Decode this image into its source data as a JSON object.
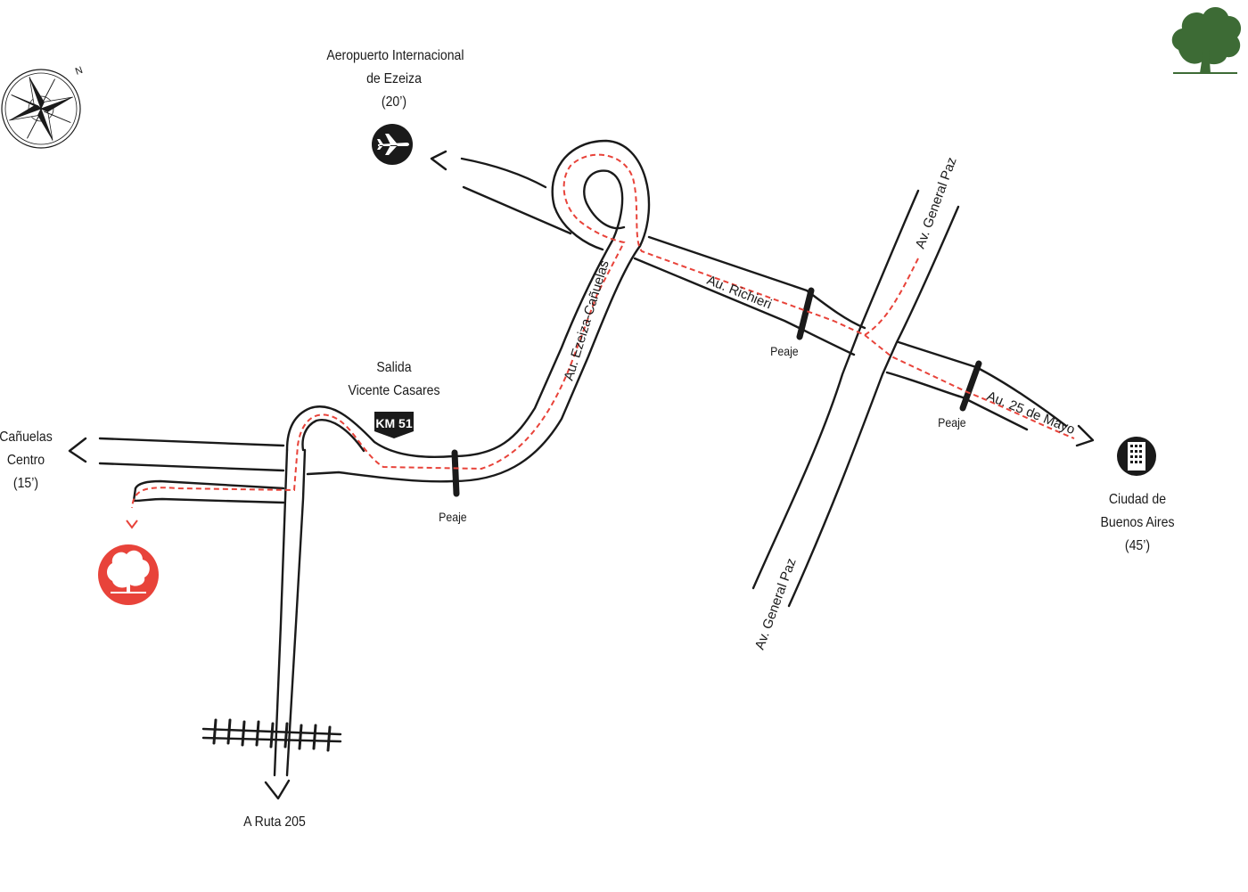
{
  "map": {
    "destinations": {
      "airport": [
        "Aeropuerto Internacional",
        "de Ezeiza",
        "(20’)"
      ],
      "canuelas": [
        "Cañuelas",
        "Centro",
        "(15’)"
      ],
      "buenos_aires": [
        "Ciudad de",
        "Buenos Aires",
        "(45’)"
      ],
      "ruta_205": "A Ruta 205",
      "salida": [
        "Salida",
        "Vicente Casares"
      ]
    },
    "roads": {
      "ezeiza_canuelas": "Au. Ezeiza-Cañuelas",
      "richieri": "Au. Richieri",
      "general_paz_north": "Av. General Paz",
      "general_paz_south": "Av. General Paz",
      "veinticinco_mayo": "Au. 25 de Mayo"
    },
    "tolls": [
      "Peaje",
      "Peaje",
      "Peaje"
    ],
    "exit_marker": "KM 51",
    "compass_north": "N",
    "icons": [
      "compass-rose-icon",
      "airplane-icon",
      "building-icon",
      "tree-logo-icon",
      "tree-destination-icon"
    ],
    "colors": {
      "route": "#e8433a",
      "destination_marker": "#e8433a",
      "road_outline": "#1a1a1a",
      "logo_tree": "#3d6b35"
    }
  }
}
